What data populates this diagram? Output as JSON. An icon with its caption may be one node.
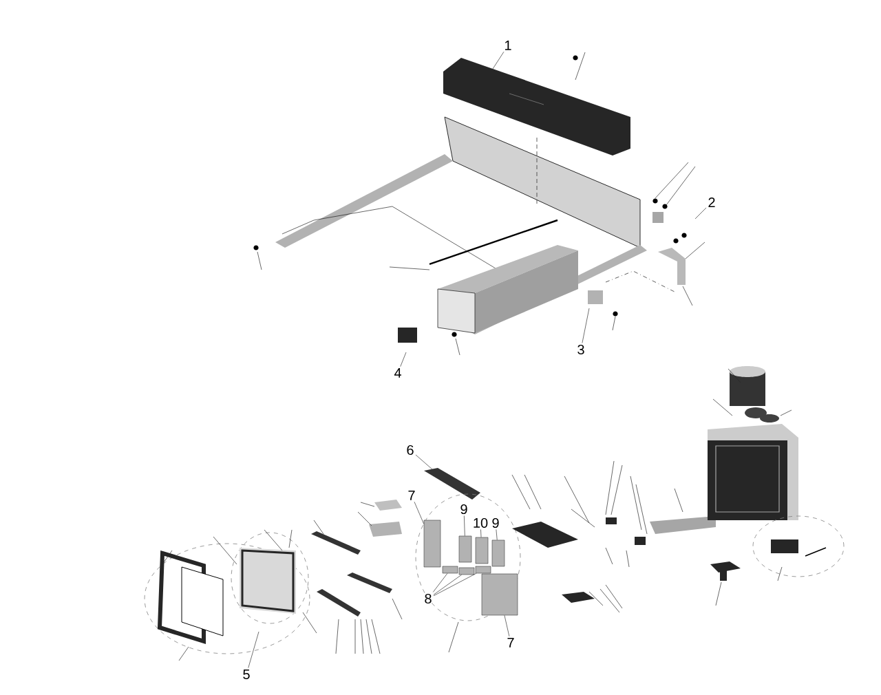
{
  "diagram": {
    "nodes": [
      {
        "text": [
          "1"
        ]
      },
      {
        "text": [
          "2"
        ]
      },
      {
        "text": [
          "3"
        ]
      },
      {
        "text": [
          "4"
        ]
      },
      {
        "text": [
          "5"
        ]
      },
      {
        "text": [
          "6"
        ]
      },
      {
        "text": [
          "7"
        ]
      },
      {
        "text": [
          "9"
        ]
      },
      {
        "text": [
          "10"
        ]
      },
      {
        "text": [
          "9"
        ]
      },
      {
        "text": [
          "8"
        ]
      },
      {
        "text": [
          "7"
        ]
      },
      {
        "text": [],
        "shape": "box"
      },
      {
        "text": [],
        "shape": "box"
      },
      {
        "text": [],
        "shape": "box"
      },
      {
        "text": [],
        "shape": "box"
      },
      {
        "text": [],
        "shape": "box"
      },
      {
        "text": [],
        "shape": "box"
      },
      {
        "text": [],
        "shape": "box"
      },
      {
        "text": [],
        "shape": "box"
      }
    ],
    "edges": [
      {
        "from": 0,
        "to": null,
        "arrow": "none"
      },
      {
        "from": 1,
        "to": null,
        "arrow": "none"
      },
      {
        "from": 2,
        "to": null,
        "arrow": "none"
      },
      {
        "from": 3,
        "to": null,
        "arrow": "none"
      },
      {
        "from": 4,
        "to": null,
        "arrow": "none"
      },
      {
        "from": 5,
        "to": null,
        "arrow": "none"
      },
      {
        "from": 6,
        "to": 12,
        "arrow": "none"
      },
      {
        "from": 7,
        "to": 13,
        "arrow": "none"
      },
      {
        "from": 8,
        "to": 14,
        "arrow": "none"
      },
      {
        "from": 9,
        "to": 15,
        "arrow": "none"
      },
      {
        "from": 10,
        "to": 16,
        "arrow": "none"
      },
      {
        "from": 10,
        "to": 17,
        "arrow": "none"
      },
      {
        "from": 10,
        "to": 18,
        "arrow": "none"
      },
      {
        "from": 11,
        "to": 19,
        "arrow": "none"
      }
    ]
  }
}
